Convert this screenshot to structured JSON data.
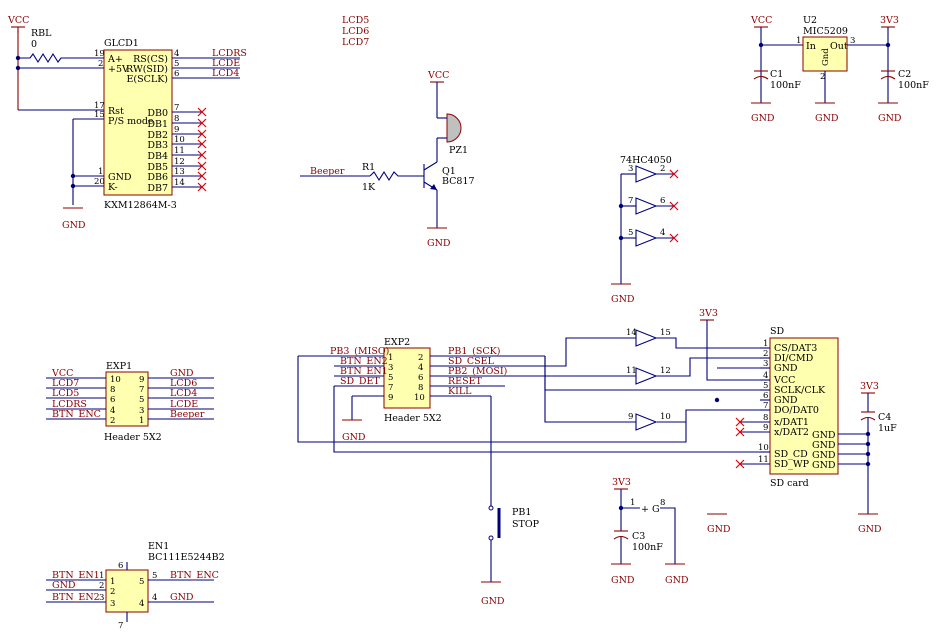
{
  "glcd": {
    "designator": "GLCD1",
    "part": "KXM12864M-3",
    "pins_left": [
      {
        "num": "19",
        "name": "A+"
      },
      {
        "num": "2",
        "name": "+5V"
      },
      {
        "num": "17",
        "name": "Rst"
      },
      {
        "num": "15",
        "name": "P/S mode"
      },
      {
        "num": "1",
        "name": "GND"
      },
      {
        "num": "20",
        "name": "K-"
      }
    ],
    "pins_right": [
      {
        "num": "4",
        "name": "RS(CS)"
      },
      {
        "num": "5",
        "name": "RW(SID)"
      },
      {
        "num": "6",
        "name": "E(SCLK)"
      },
      {
        "num": "7",
        "name": "DB0"
      },
      {
        "num": "8",
        "name": "DB1"
      },
      {
        "num": "9",
        "name": "DB2"
      },
      {
        "num": "10",
        "name": "DB3"
      },
      {
        "num": "11",
        "name": "DB4"
      },
      {
        "num": "12",
        "name": "DB5"
      },
      {
        "num": "13",
        "name": "DB6"
      },
      {
        "num": "14",
        "name": "DB7"
      }
    ],
    "nets": [
      "LCDRS",
      "LCDE",
      "LCD4"
    ]
  },
  "rbl": {
    "designator": "RBL",
    "value": "0"
  },
  "vcc_label": "VCC",
  "gnd_label": "GND",
  "v33_label": "3V3",
  "lcd_notes": [
    "LCD5",
    "LCD6",
    "LCD7"
  ],
  "beeper": {
    "net": "Beeper",
    "r_designator": "R1",
    "r_value": "1K",
    "q_designator": "Q1",
    "q_part": "BC817",
    "pz": "PZ1"
  },
  "regulator": {
    "designator": "U2",
    "part": "MIC5209",
    "in": "In",
    "out": "Out",
    "gnd": "Gnd",
    "pin_in": "1",
    "pin_out": "3",
    "pin_gnd": "2",
    "c1": "C1",
    "c1v": "100nF",
    "c2": "C2",
    "c2v": "100nF"
  },
  "buffer": {
    "part": "74HC4050",
    "pairs": [
      [
        "3",
        "2"
      ],
      [
        "7",
        "6"
      ],
      [
        "5",
        "4"
      ]
    ]
  },
  "buffer2": {
    "pairs": [
      [
        "14",
        "15"
      ],
      [
        "11",
        "12"
      ],
      [
        "9",
        "10"
      ]
    ]
  },
  "exp1": {
    "designator": "EXP1",
    "part": "Header 5X2",
    "left": [
      "VCC",
      "LCD7",
      "LCD5",
      "LCDRS",
      "BTN_ENC"
    ],
    "right": [
      "GND",
      "LCD6",
      "LCD4",
      "LCDE",
      "Beeper"
    ],
    "lnum": [
      "10",
      "8",
      "6",
      "4",
      "2"
    ],
    "rnum": [
      "9",
      "7",
      "5",
      "3",
      "1"
    ]
  },
  "exp2": {
    "designator": "EXP2",
    "part": "Header 5X2",
    "left": [
      "PB3_(MISO)",
      "BTN_EN2",
      "BTN_EN1",
      "SD_DET",
      ""
    ],
    "right": [
      "PB1_(SCK)",
      "SD_CSEL",
      "PB2_(MOSI)",
      "RESET",
      "KILL"
    ],
    "lnum": [
      "1",
      "3",
      "5",
      "7",
      "9"
    ],
    "rnum": [
      "2",
      "4",
      "6",
      "8",
      "10"
    ]
  },
  "sd": {
    "designator": "SD",
    "part": "SD card",
    "pins": [
      {
        "num": "1",
        "name": "CS/DAT3"
      },
      {
        "num": "2",
        "name": "DI/CMD"
      },
      {
        "num": "3",
        "name": "GND"
      },
      {
        "num": "4",
        "name": "VCC"
      },
      {
        "num": "5",
        "name": "SCLK/CLK"
      },
      {
        "num": "6",
        "name": "GND"
      },
      {
        "num": "7",
        "name": "DO/DAT0"
      },
      {
        "num": "8",
        "name": "x/DAT1"
      },
      {
        "num": "9",
        "name": "x/DAT2"
      },
      {
        "num": "10",
        "name": "SD_CD"
      },
      {
        "num": "11",
        "name": "SD_WP"
      }
    ],
    "gnds": [
      "GND",
      "GND",
      "GND",
      "GND",
      "GND"
    ]
  },
  "c4": {
    "designator": "C4",
    "value": "1uF"
  },
  "c3": {
    "designator": "C3",
    "value": "100nF"
  },
  "power_g": {
    "pin_plus": "1",
    "pin_g": "8",
    "label": "+ G"
  },
  "pb1": {
    "designator": "PB1",
    "label": "STOP"
  },
  "encoder": {
    "designator": "EN1",
    "part": "BC111E5244B2",
    "left": [
      "BTN_EN1",
      "GND",
      "BTN_EN2"
    ],
    "lnum": [
      "1",
      "2",
      "3"
    ],
    "right": [
      "BTN_ENC",
      "GND"
    ],
    "rnum": [
      "5",
      "4"
    ],
    "top": "6",
    "bottom": "7"
  }
}
